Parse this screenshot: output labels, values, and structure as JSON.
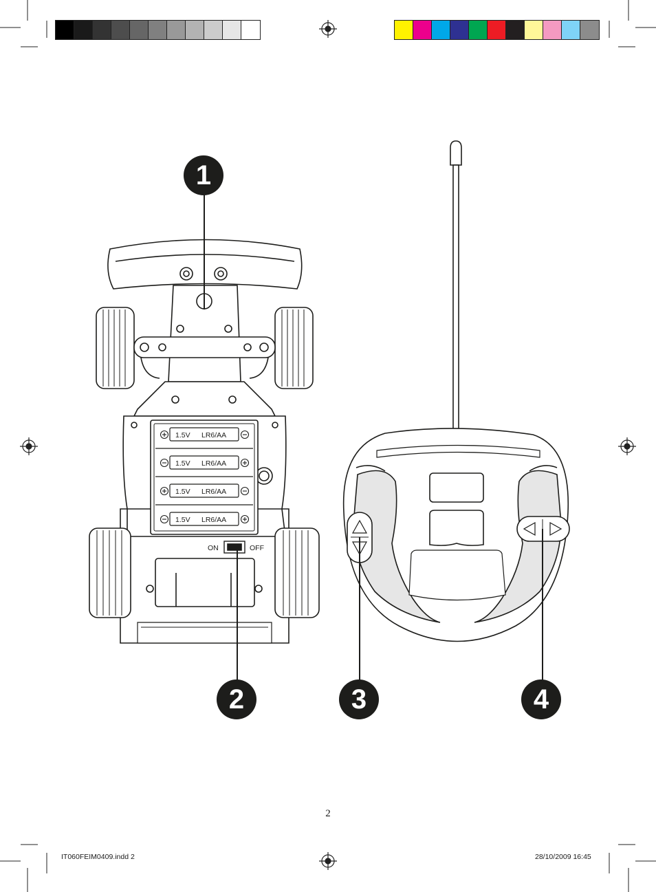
{
  "print_marks": {
    "grayscale_swatches": [
      "#000000",
      "#1a1a1a",
      "#333333",
      "#4d4d4d",
      "#666666",
      "#808080",
      "#999999",
      "#b3b3b3",
      "#cccccc",
      "#e6e6e6",
      "#ffffff"
    ],
    "color_swatches": [
      "#fff200",
      "#ec008c",
      "#00a8e8",
      "#2e3192",
      "#00a651",
      "#ed1c24",
      "#231f20",
      "#fff799",
      "#f49ac1",
      "#7fd3f7",
      "#8c8c8c"
    ],
    "registration_mark_icon": "crosshair-circle-icon"
  },
  "figure": {
    "callouts": [
      "1",
      "2",
      "3",
      "4"
    ],
    "battery_slots": [
      {
        "voltage": "1.5V",
        "type": "LR6/AA"
      },
      {
        "voltage": "1.5V",
        "type": "LR6/AA"
      },
      {
        "voltage": "1.5V",
        "type": "LR6/AA"
      },
      {
        "voltage": "1.5V",
        "type": "LR6/AA"
      }
    ],
    "switch": {
      "on_label": "ON",
      "off_label": "OFF"
    }
  },
  "page_number": "2",
  "slug": {
    "filename": "IT060FEIM0409.indd   2",
    "timestamp": "28/10/2009   16:45"
  }
}
